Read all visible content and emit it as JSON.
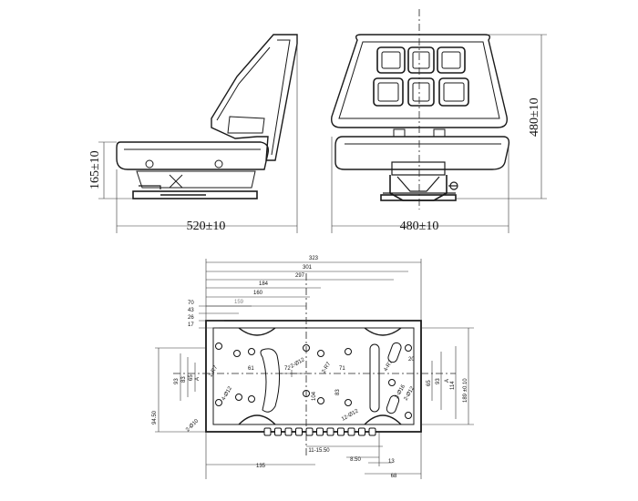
{
  "top_view": {
    "side_height": "165±10",
    "side_width": "520±10",
    "front_width": "480±10",
    "front_height": "480±10"
  },
  "plate": {
    "top_dims": [
      "323",
      "301",
      "297",
      "184",
      "160",
      "159",
      "70",
      "43",
      "26",
      "17"
    ],
    "left_dims": [
      "93",
      "83",
      "65",
      "94.50"
    ],
    "right_dims": [
      "114",
      "93",
      "65",
      "189 ±0.10",
      "A"
    ],
    "inner_labels": {
      "d87_left": "2-R7",
      "d12_left": "4-Ø12",
      "d10": "2-Ø10",
      "d61": "61",
      "d72": "72",
      "d12_mid": "2-Ø12",
      "d87_mid": "2-R7",
      "d71": "71",
      "d104": "104",
      "d83": "83",
      "d12_low": "12-Ø12",
      "d20": "20",
      "d48": "4-R7",
      "d16": "2-Ø16",
      "d12_right": "2-Ø12",
      "a_left": "A"
    },
    "bottom_dims": [
      "11-15.50",
      "8.50",
      "13",
      "135",
      "68"
    ]
  }
}
